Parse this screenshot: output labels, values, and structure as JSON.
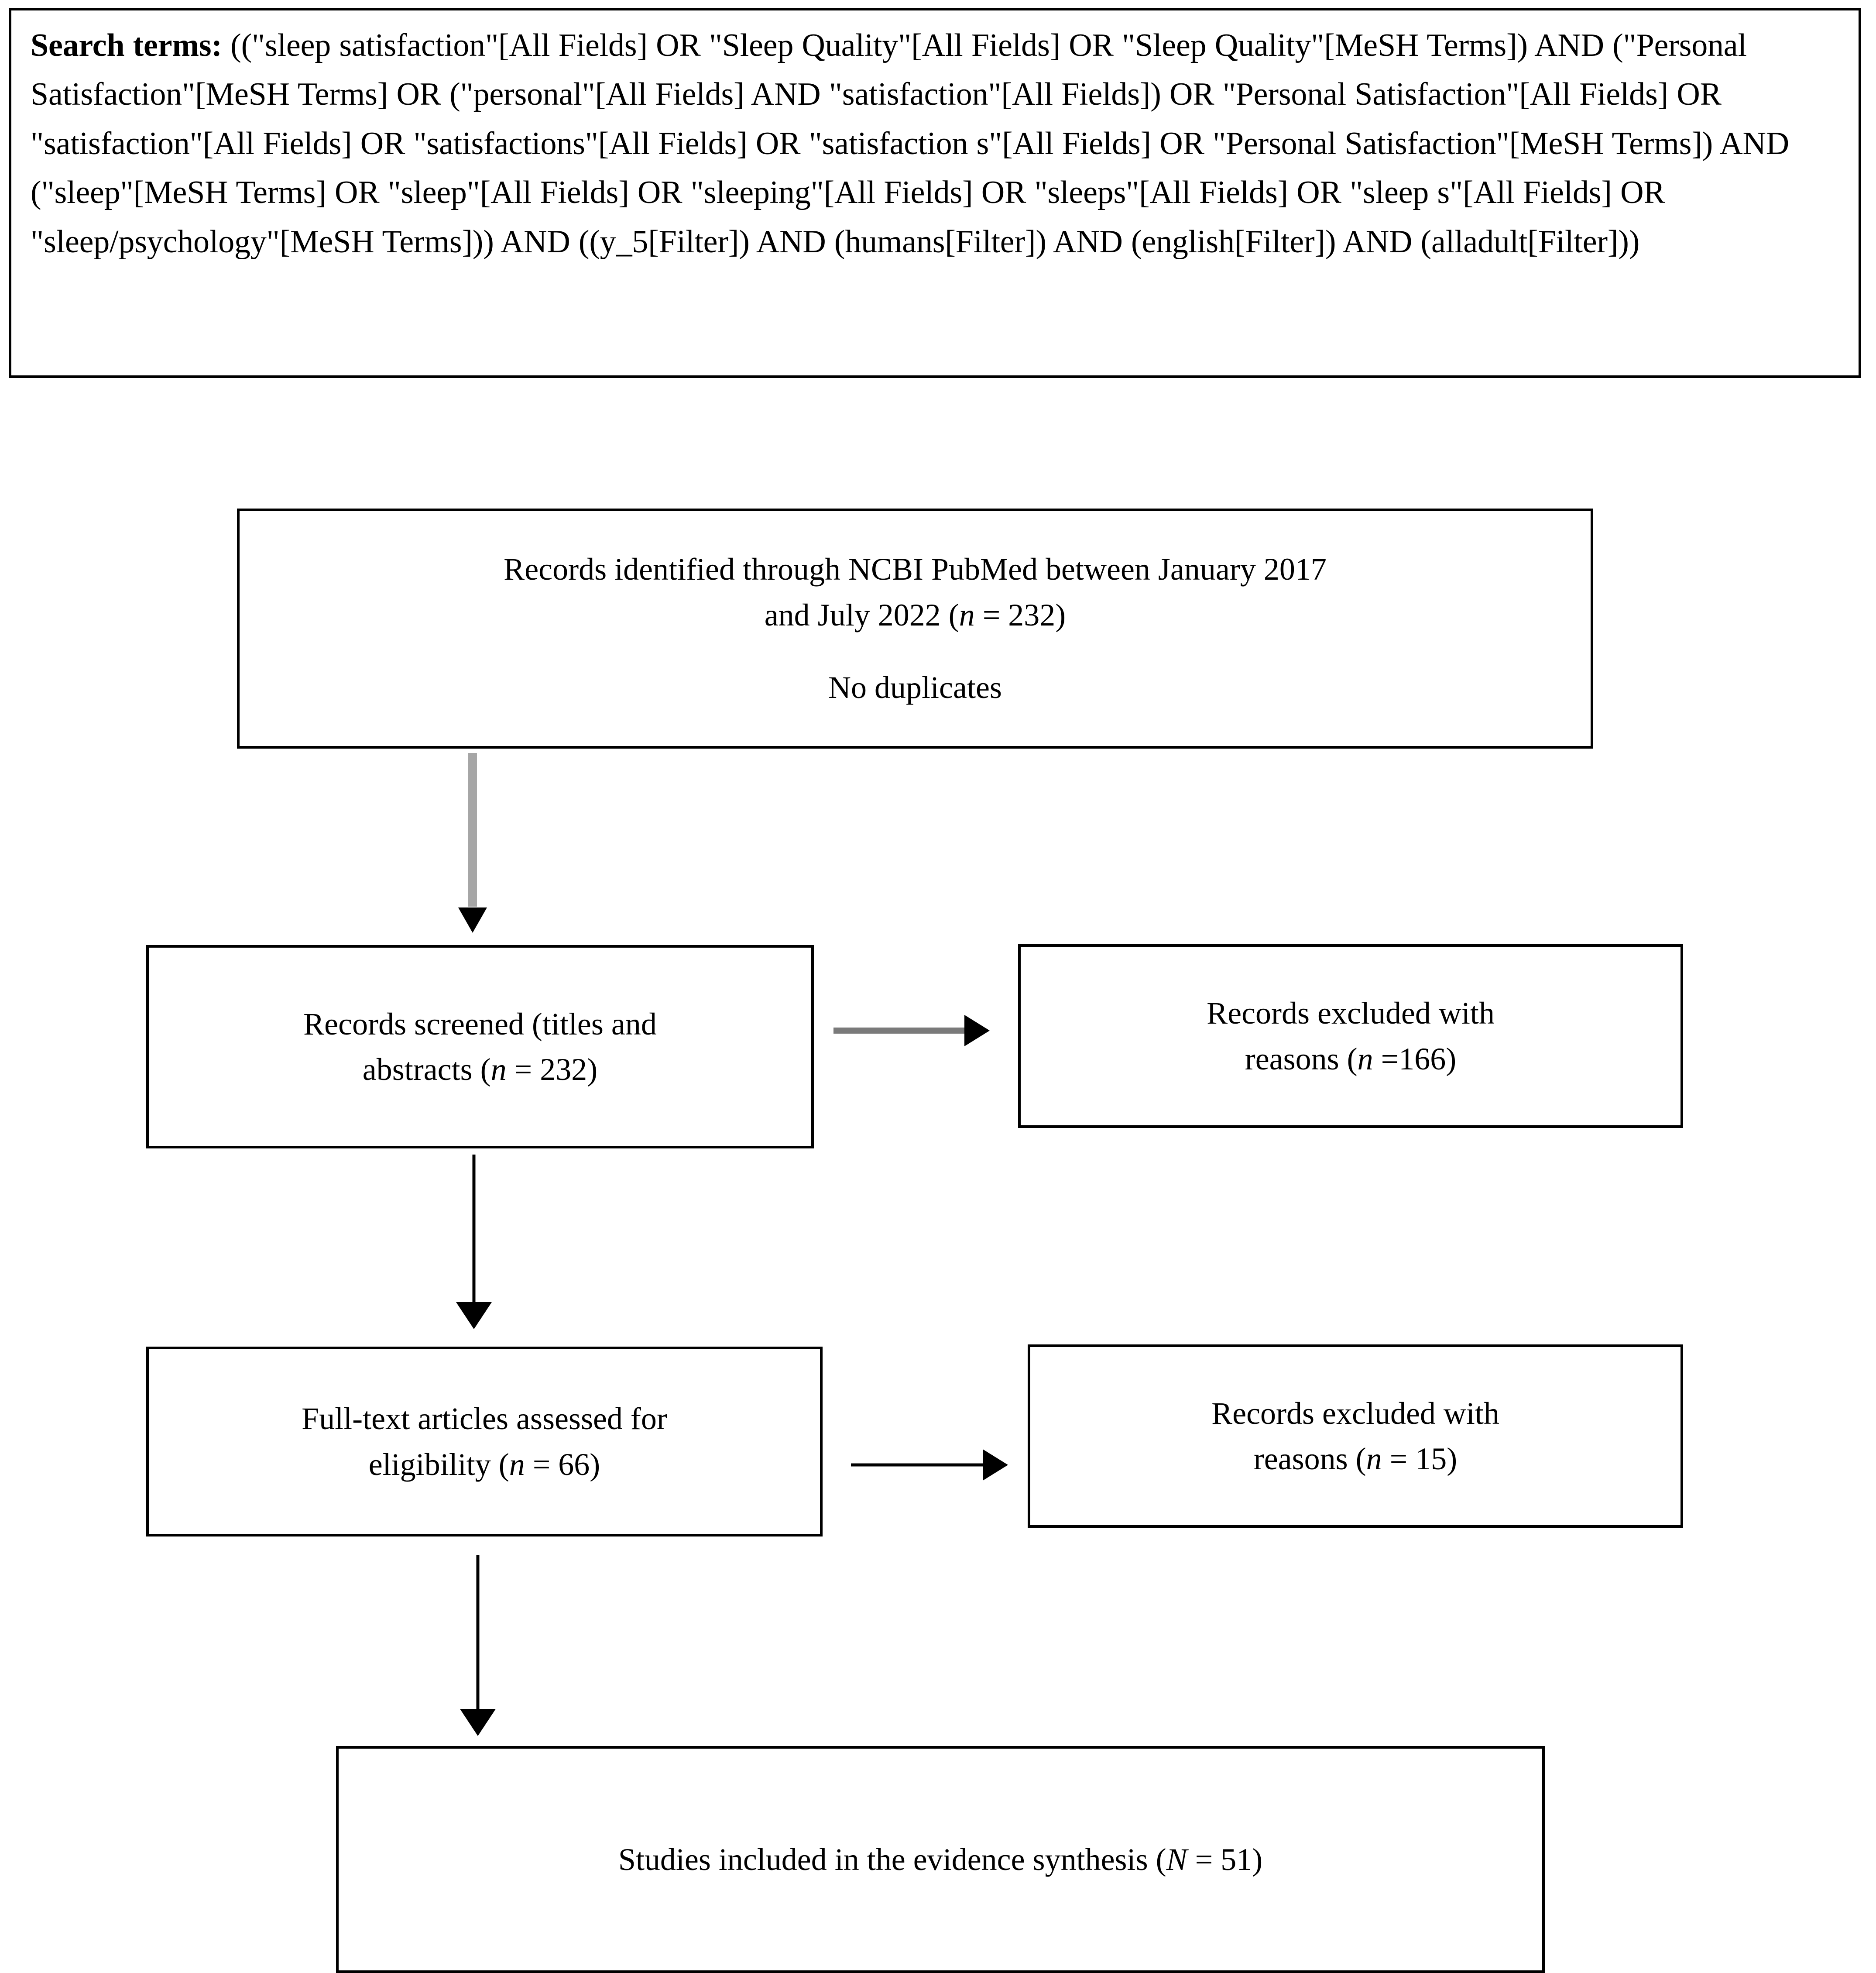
{
  "search_panel": {
    "label": "Search terms:",
    "query": " ((\"sleep satisfaction\"[All Fields] OR \"Sleep Quality\"[All Fields] OR \"Sleep Quality\"[MeSH Terms]) AND (\"Personal Satisfaction\"[MeSH Terms] OR (\"personal\"[All Fields] AND \"satisfaction\"[All Fields]) OR \"Personal Satisfaction\"[All Fields] OR \"satisfaction\"[All Fields] OR \"satisfactions\"[All Fields] OR \"satisfaction s\"[All Fields] OR \"Personal Satisfaction\"[MeSH Terms]) AND (\"sleep\"[MeSH Terms] OR \"sleep\"[All Fields] OR \"sleeping\"[All Fields] OR \"sleeps\"[All Fields] OR \"sleep s\"[All Fields] OR \"sleep/psychology\"[MeSH Terms])) AND ((y_5[Filter]) AND (humans[Filter]) AND (english[Filter]) AND (alladult[Filter]))"
  },
  "flow": {
    "identified": {
      "line1": "Records identified through NCBI PubMed between January 2017",
      "line2_pre": "and July 2022 (",
      "line2_italic": "n",
      "line2_post": " = 232)",
      "line3": "No duplicates"
    },
    "screened": {
      "line1": "Records screened (titles and",
      "line2_pre": "abstracts (",
      "line2_italic": "n",
      "line2_post": " = 232)"
    },
    "excluded_1": {
      "line1": "Records excluded with",
      "line2_pre": "reasons (",
      "line2_italic": "n",
      "line2_post": " =166)"
    },
    "fulltext": {
      "line1": "Full-text articles assessed for",
      "line2_pre": "eligibility (",
      "line2_italic": "n",
      "line2_post": " = 66)"
    },
    "excluded_2": {
      "line1": "Records excluded with",
      "line2_pre": "reasons (",
      "line2_italic": "n",
      "line2_post": " = 15)"
    },
    "included": {
      "line1_pre": "Studies included in the evidence synthesis (",
      "line1_italic": "N",
      "line1_post": " = 51)"
    }
  },
  "colors": {
    "border": "#000000",
    "arrow_gray": "#a6a6a6",
    "arrow_gray_dark": "#7a7a7a",
    "arrow_black": "#000000",
    "background": "#ffffff"
  }
}
